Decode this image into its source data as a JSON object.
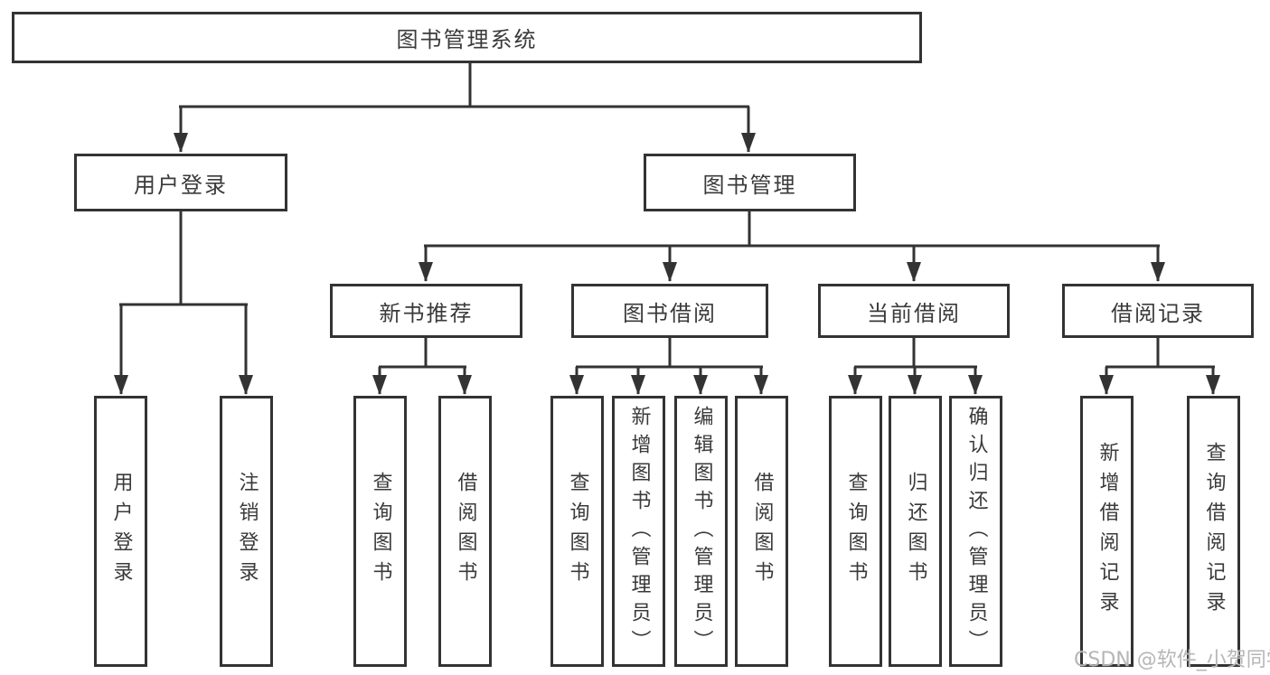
{
  "diagram": {
    "root": {
      "label": "图书管理系统"
    },
    "branches": [
      {
        "label": "用户登录",
        "children": [
          {
            "label": "用户登录"
          },
          {
            "label": "注销登录"
          }
        ]
      },
      {
        "label": "图书管理",
        "children": [
          {
            "label": "新书推荐",
            "children": [
              {
                "label": "查询图书"
              },
              {
                "label": "借阅图书"
              }
            ]
          },
          {
            "label": "图书借阅",
            "children": [
              {
                "label": "查询图书"
              },
              {
                "label": "新增图书（管理员）"
              },
              {
                "label": "编辑图书（管理员）"
              },
              {
                "label": "借阅图书"
              }
            ]
          },
          {
            "label": "当前借阅",
            "children": [
              {
                "label": "查询图书"
              },
              {
                "label": "归还图书"
              },
              {
                "label": "确认归还（管理员）"
              }
            ]
          },
          {
            "label": "借阅记录",
            "children": [
              {
                "label": "新增借阅记录"
              },
              {
                "label": "查询借阅记录"
              }
            ]
          }
        ]
      }
    ],
    "colors": {
      "line": "#333333",
      "text": "#3a3a3a",
      "background": "#ffffff",
      "watermark": "#b2b2b2"
    },
    "watermark": "CSDN @软件_小贺同学"
  }
}
